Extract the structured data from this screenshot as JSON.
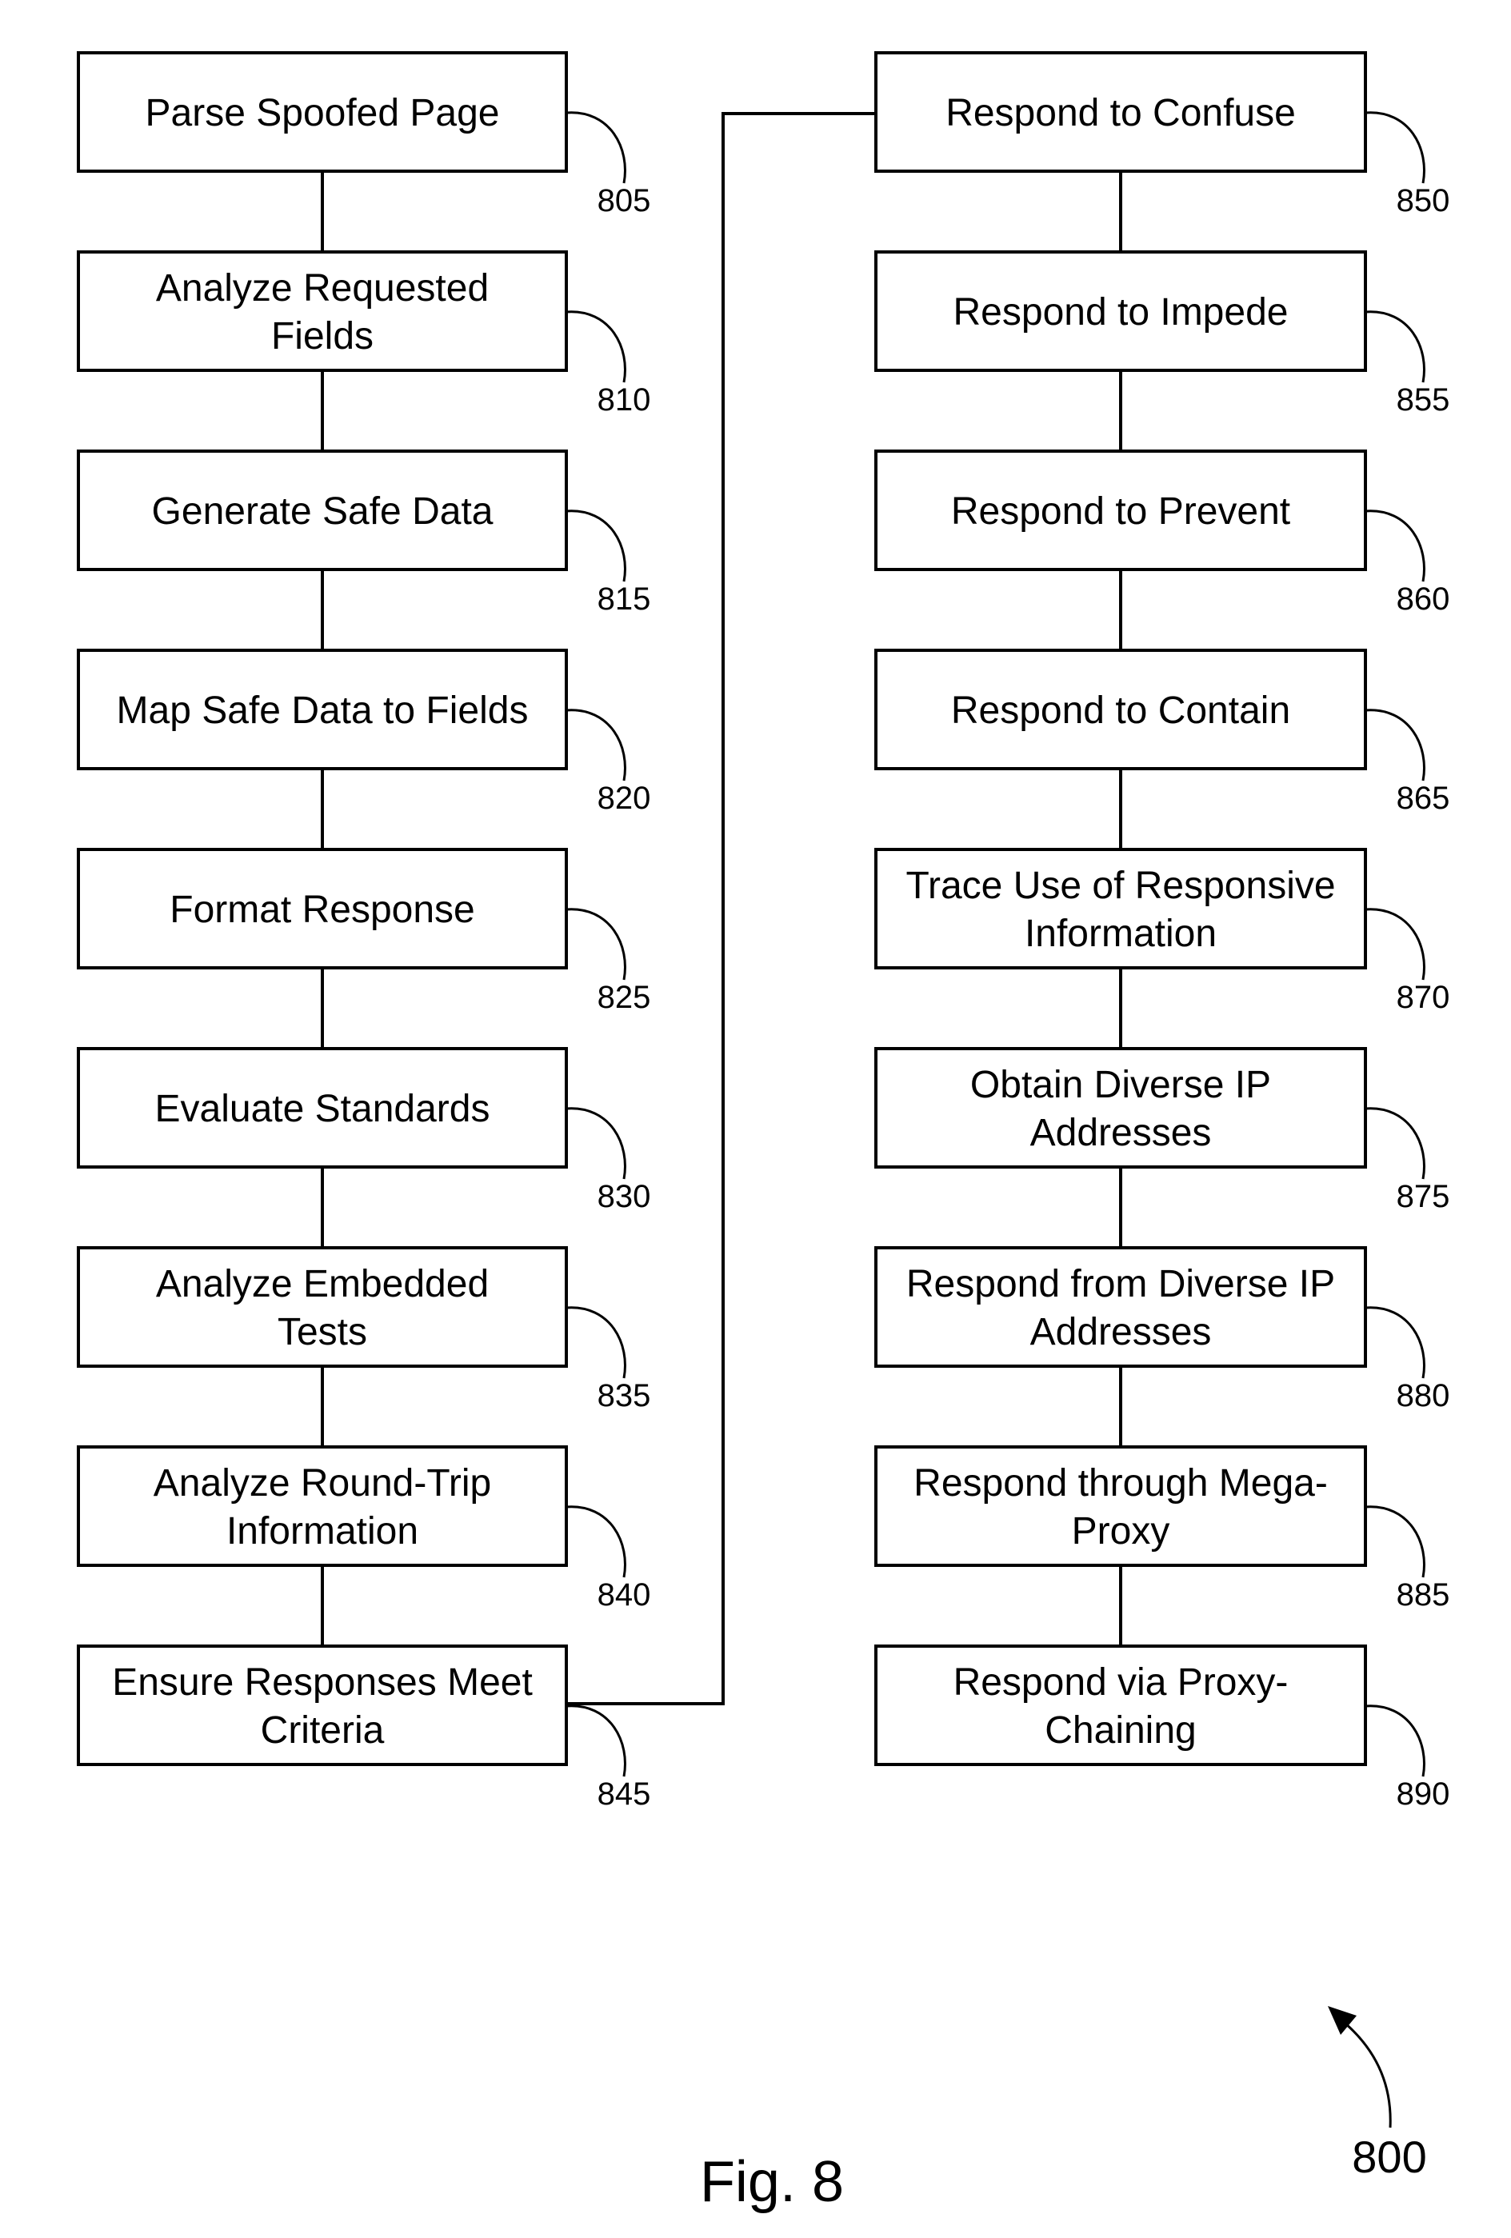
{
  "figure": {
    "caption": "Fig. 8",
    "reference": "800"
  },
  "steps": [
    {
      "ref": "805",
      "lines": [
        "Parse Spoofed Page"
      ]
    },
    {
      "ref": "810",
      "lines": [
        "Analyze Requested",
        "Fields"
      ]
    },
    {
      "ref": "815",
      "lines": [
        "Generate Safe Data"
      ]
    },
    {
      "ref": "820",
      "lines": [
        "Map Safe Data to Fields"
      ]
    },
    {
      "ref": "825",
      "lines": [
        "Format Response"
      ]
    },
    {
      "ref": "830",
      "lines": [
        "Evaluate Standards"
      ]
    },
    {
      "ref": "835",
      "lines": [
        "Analyze Embedded",
        "Tests"
      ]
    },
    {
      "ref": "840",
      "lines": [
        "Analyze Round-Trip",
        "Information"
      ]
    },
    {
      "ref": "845",
      "lines": [
        "Ensure Responses Meet",
        "Criteria"
      ]
    },
    {
      "ref": "850",
      "lines": [
        "Respond to Confuse"
      ]
    },
    {
      "ref": "855",
      "lines": [
        "Respond to Impede"
      ]
    },
    {
      "ref": "860",
      "lines": [
        "Respond to Prevent"
      ]
    },
    {
      "ref": "865",
      "lines": [
        "Respond to Contain"
      ]
    },
    {
      "ref": "870",
      "lines": [
        "Trace Use of Responsive",
        "Information"
      ]
    },
    {
      "ref": "875",
      "lines": [
        "Obtain Diverse IP",
        "Addresses"
      ]
    },
    {
      "ref": "880",
      "lines": [
        "Respond from Diverse IP",
        "Addresses"
      ]
    },
    {
      "ref": "885",
      "lines": [
        "Respond through Mega-",
        "Proxy"
      ]
    },
    {
      "ref": "890",
      "lines": [
        "Respond via Proxy-",
        "Chaining"
      ]
    }
  ]
}
